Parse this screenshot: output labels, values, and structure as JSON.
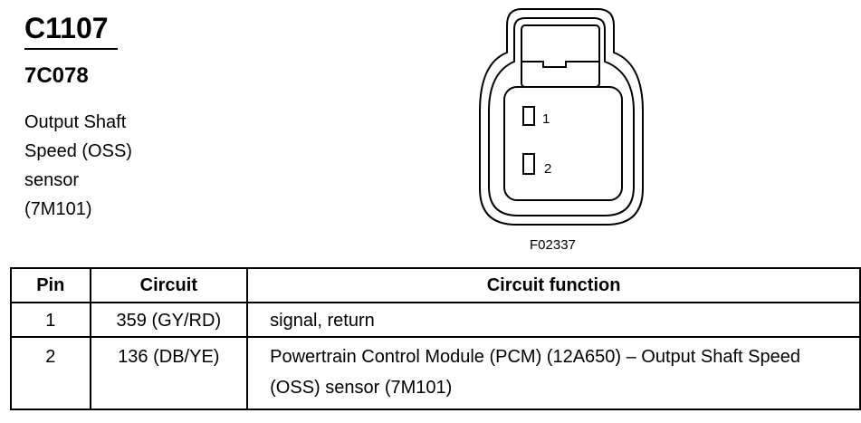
{
  "header": {
    "connector_id": "C1107",
    "part_number": "7C078",
    "description": "Output Shaft\nSpeed (OSS)\nsensor\n(7M101)"
  },
  "figure": {
    "code": "F02337",
    "pin_labels": [
      "1",
      "2"
    ]
  },
  "table": {
    "headers": {
      "pin": "Pin",
      "circuit": "Circuit",
      "function": "Circuit function"
    },
    "rows": [
      {
        "pin": "1",
        "circuit": "359 (GY/RD)",
        "function": "signal, return"
      },
      {
        "pin": "2",
        "circuit": "136 (DB/YE)",
        "function": "Powertrain Control Module (PCM) (12A650) – Output Shaft Speed (OSS) sensor (7M101)"
      }
    ]
  }
}
